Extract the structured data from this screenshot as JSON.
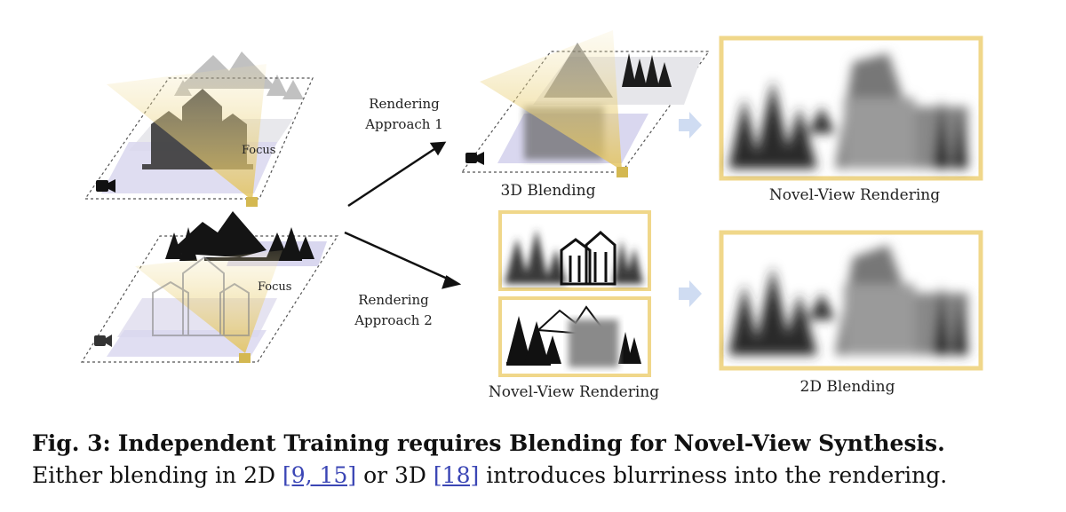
{
  "figure": {
    "focus_top": "Focus",
    "focus_bottom": "Focus",
    "approach1_line1": "Rendering",
    "approach1_line2": "Approach 1",
    "approach2_line1": "Rendering",
    "approach2_line2": "Approach 2",
    "label_3d_blending": "3D Blending",
    "label_novel_view_top": "Novel-View Rendering",
    "label_novel_view_bottom": "Novel-View Rendering",
    "label_2d_blending": "2D Blending",
    "colors": {
      "gold": "#e8cf7a",
      "frame": "#f0d78a",
      "lavender": "#d8d6ef",
      "gray": "#dedede",
      "arrow_light": "#cfdcf2"
    }
  },
  "caption": {
    "fig_number": "Fig. 3:",
    "title": "Independent Training requires Blending for Novel-View Synthesis.",
    "text_part1": "Either blending in 2D",
    "ref1": "[9, 15]",
    "text_part2": "or 3D",
    "ref2": "[18]",
    "text_part3": "introduces blurriness into the rendering."
  }
}
